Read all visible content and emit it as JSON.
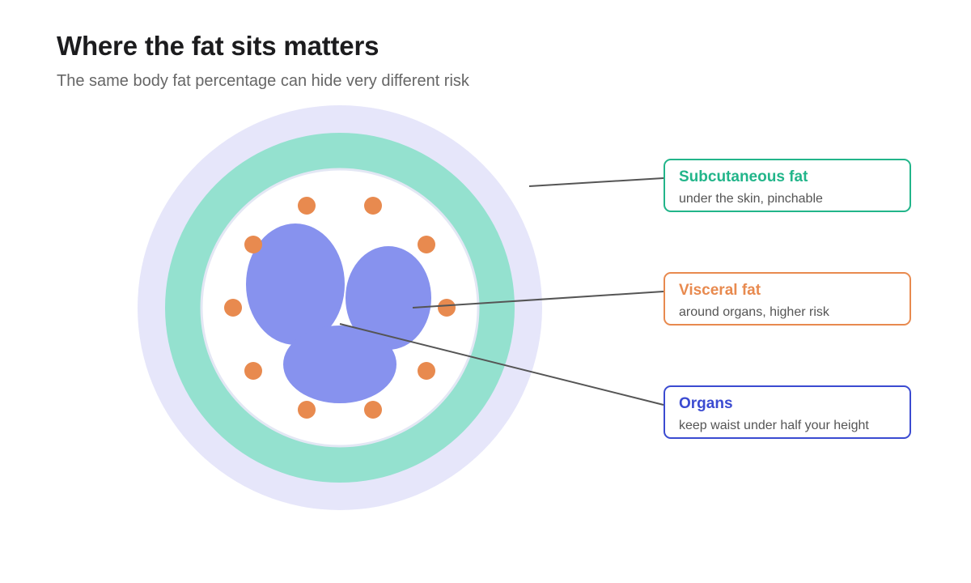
{
  "header": {
    "title": "Where the fat sits matters",
    "subtitle": "The same body fat percentage can hide very different risk"
  },
  "callouts": {
    "subcutaneous": {
      "title": "Subcutaneous fat",
      "description": "under the skin, pinchable"
    },
    "visceral": {
      "title": "Visceral fat",
      "description": "around organs, higher risk"
    },
    "organs": {
      "title": "Organs",
      "description": "keep waist under half your height"
    }
  },
  "colors": {
    "outer_ring": "#e6e6fa",
    "subcutaneous": "#94e1cf",
    "subcutaneous_accent": "#22b58a",
    "visceral": "#e88a4f",
    "organs_fill": "#8792ee",
    "organs_accent": "#3b4bd1",
    "leader_line": "#555555"
  }
}
